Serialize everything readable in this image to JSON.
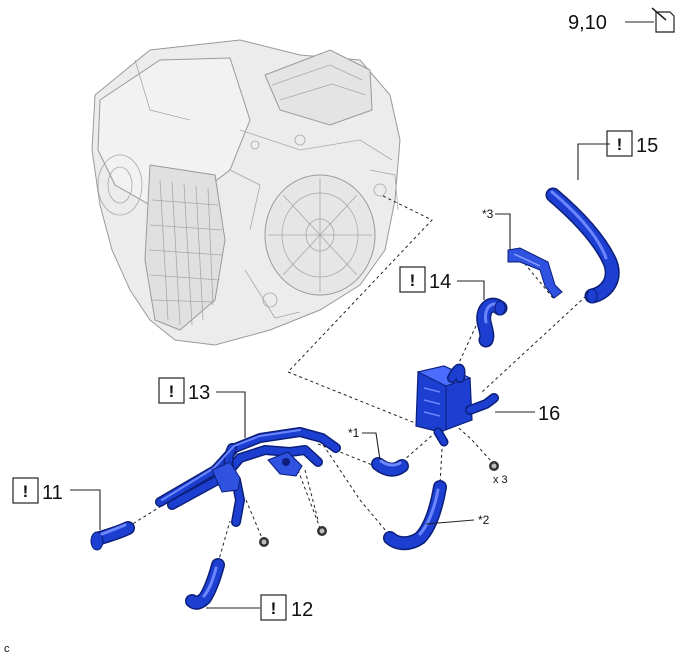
{
  "callouts": {
    "c910": "9,10",
    "c11": "11",
    "c12": "12",
    "c13": "13",
    "c14": "14",
    "c15": "15",
    "c16": "16"
  },
  "notes": {
    "n1": "*1",
    "n2": "*2",
    "n3": "*3",
    "qty": "x 3"
  },
  "warning_glyph": "!",
  "corner_mark": "c",
  "colors": {
    "hose": "#1d3fd1",
    "hose_highlight": "#6b86ff",
    "line": "#222222"
  }
}
